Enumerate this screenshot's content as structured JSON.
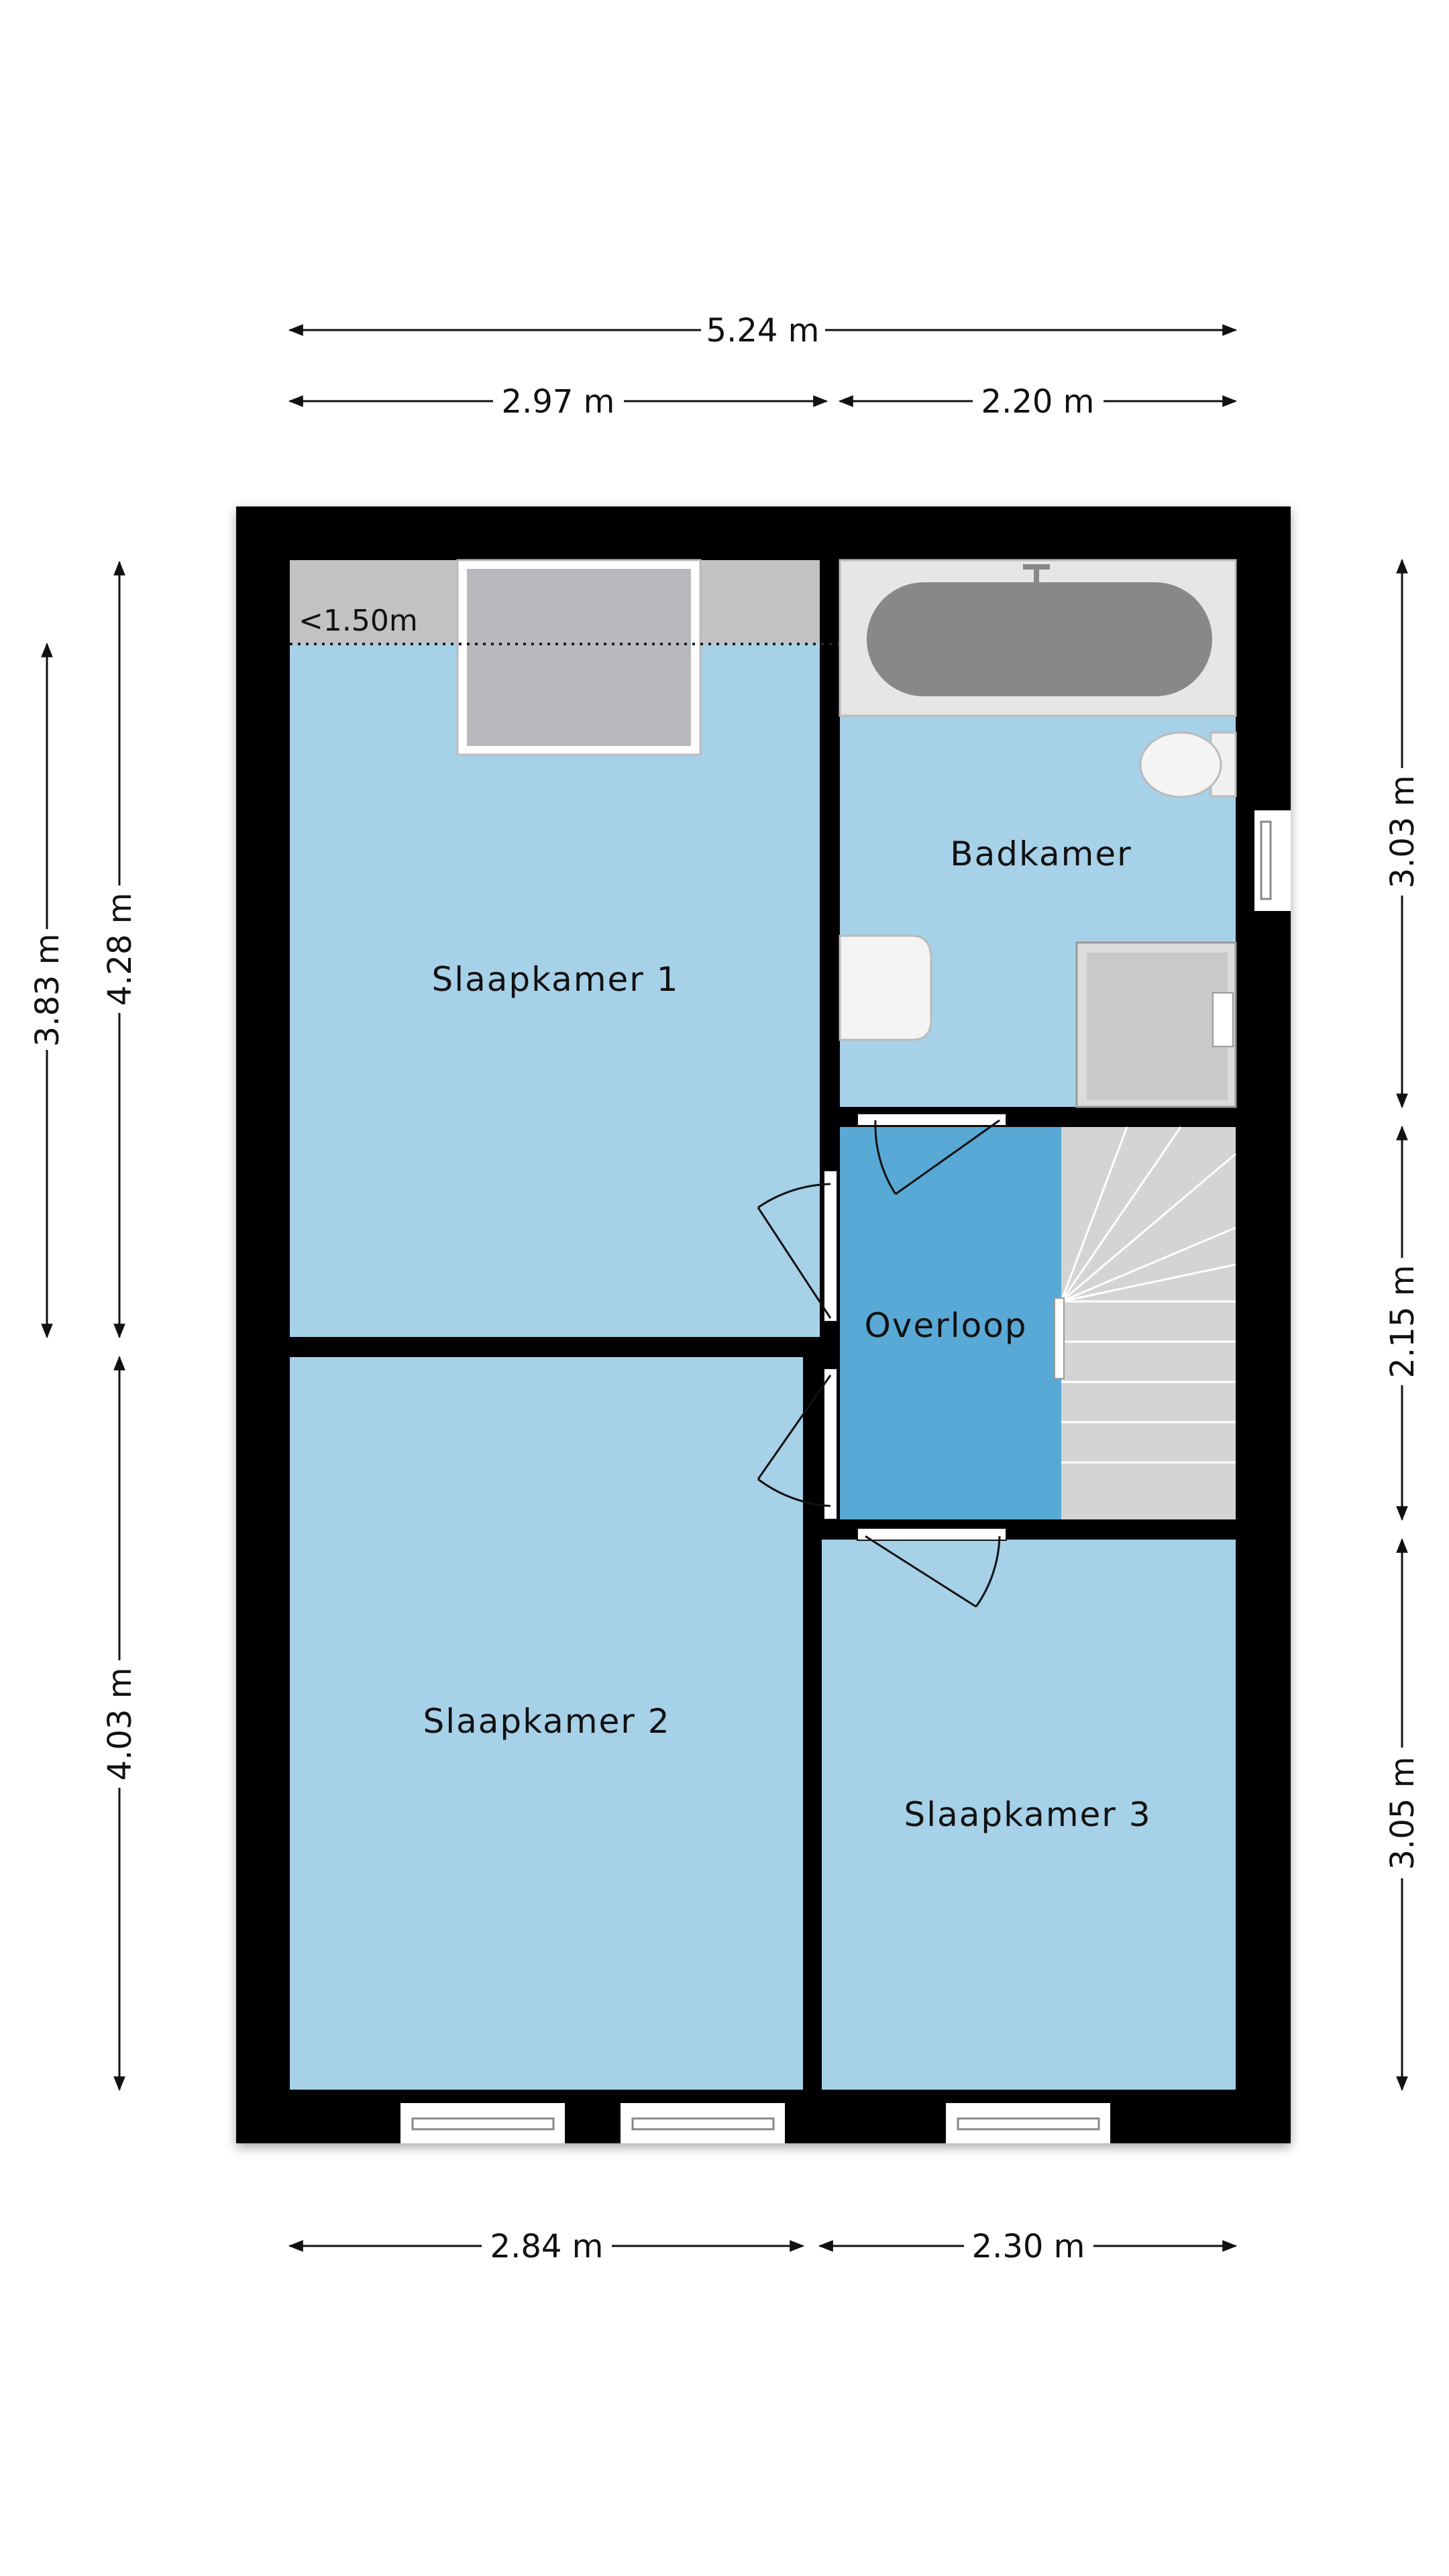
{
  "rooms": {
    "bedroom1": "Slaapkamer 1",
    "bedroom2": "Slaapkamer 2",
    "bedroom3": "Slaapkamer 3",
    "bathroom": "Badkamer",
    "landing": "Overloop"
  },
  "annotations": {
    "low_ceiling": "<1.50m"
  },
  "dimensions": {
    "top_total": "5.24 m",
    "top_left": "2.97 m",
    "top_right": "2.20 m",
    "bottom_left": "2.84 m",
    "bottom_right": "2.30 m",
    "left_outer_upper": "3.83 m",
    "left_inner_upper": "4.28 m",
    "left_inner_lower": "4.03 m",
    "right_upper": "3.03 m",
    "right_middle": "2.15 m",
    "right_lower": "3.05 m"
  },
  "colors": {
    "room": "#a6d1e8",
    "landing": "#58a9d6",
    "wall": "#000000",
    "attic_strip": "#c2c2c2",
    "fixture": "#d2d2d2"
  }
}
